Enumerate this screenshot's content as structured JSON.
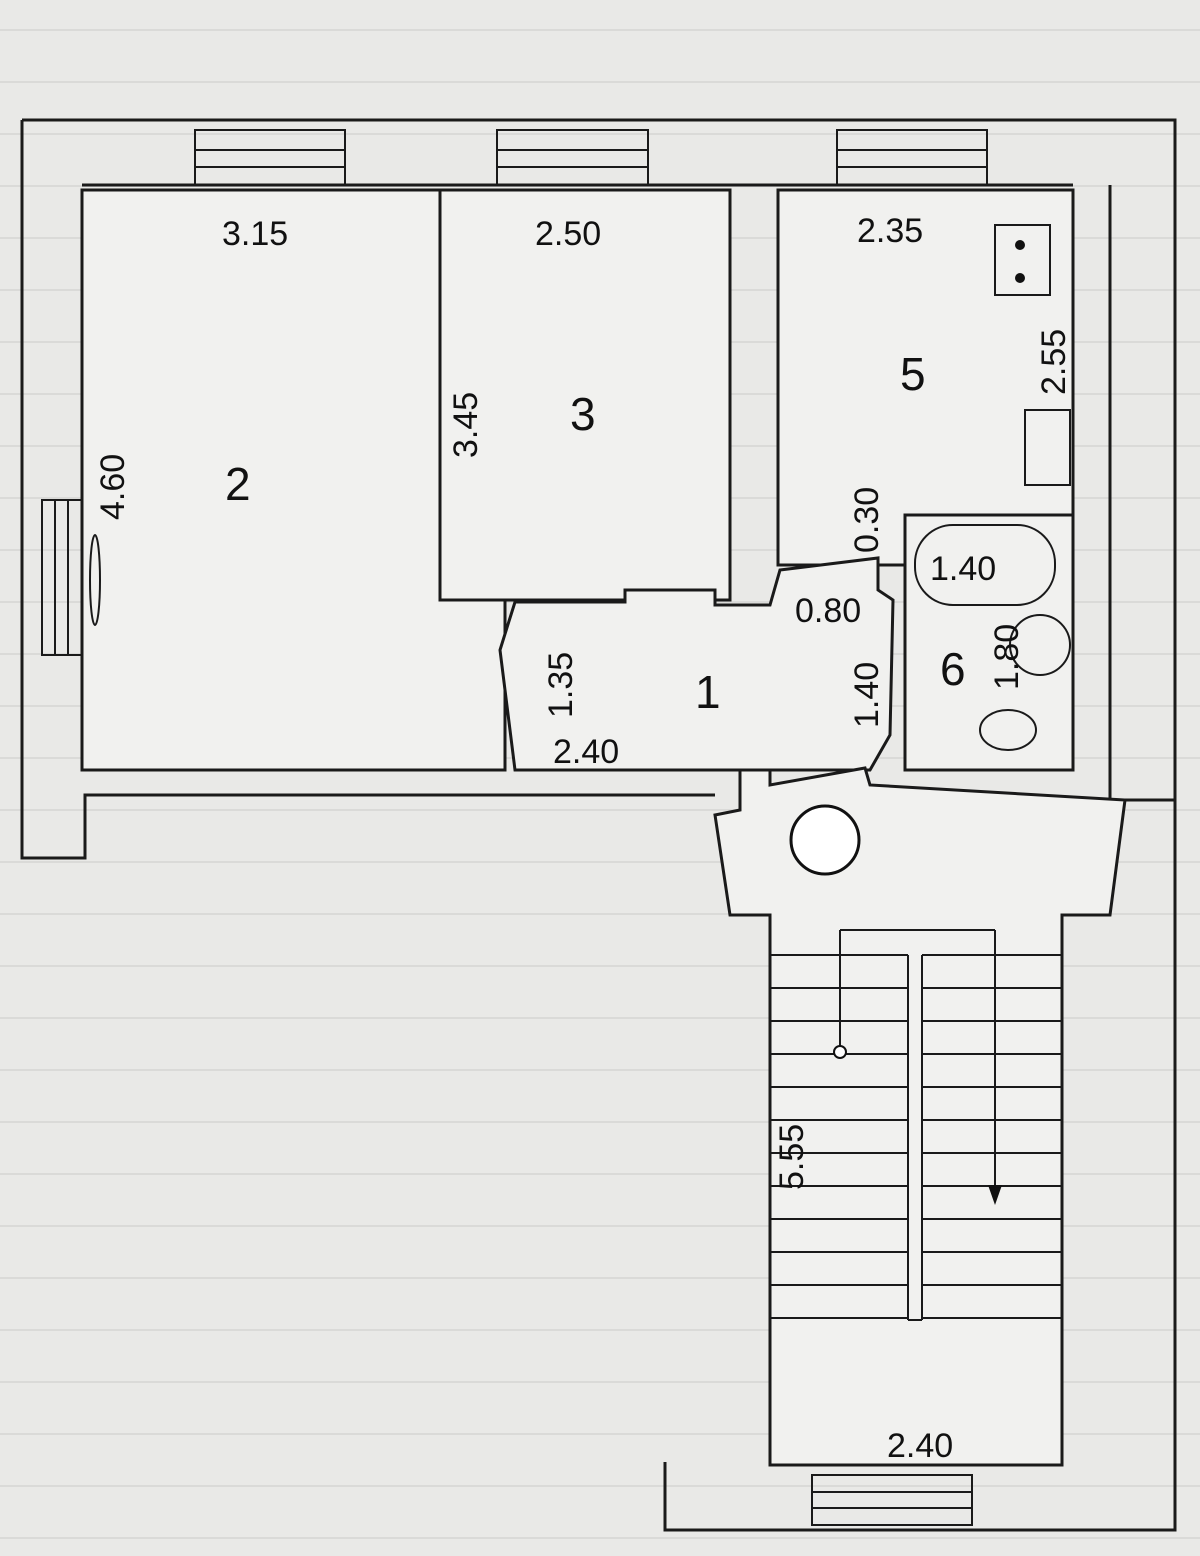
{
  "plan": {
    "rooms": {
      "r1": "1",
      "r2": "2",
      "r3": "3",
      "r5": "5",
      "r6": "6"
    },
    "dimensions": {
      "room2_width": "3.15",
      "room3_width": "2.50",
      "room5_width": "2.35",
      "room5_depth": "2.55",
      "room2_depth": "4.60",
      "room3_depth": "3.45",
      "wall_gap": "0.30",
      "bath_length": "1.40",
      "door_width": "0.80",
      "corridor_depth": "1.35",
      "corridor_side": "1.40",
      "room6_depth": "1.80",
      "corridor_width": "2.40",
      "stair_length": "5.55",
      "stair_width": "2.40"
    }
  }
}
